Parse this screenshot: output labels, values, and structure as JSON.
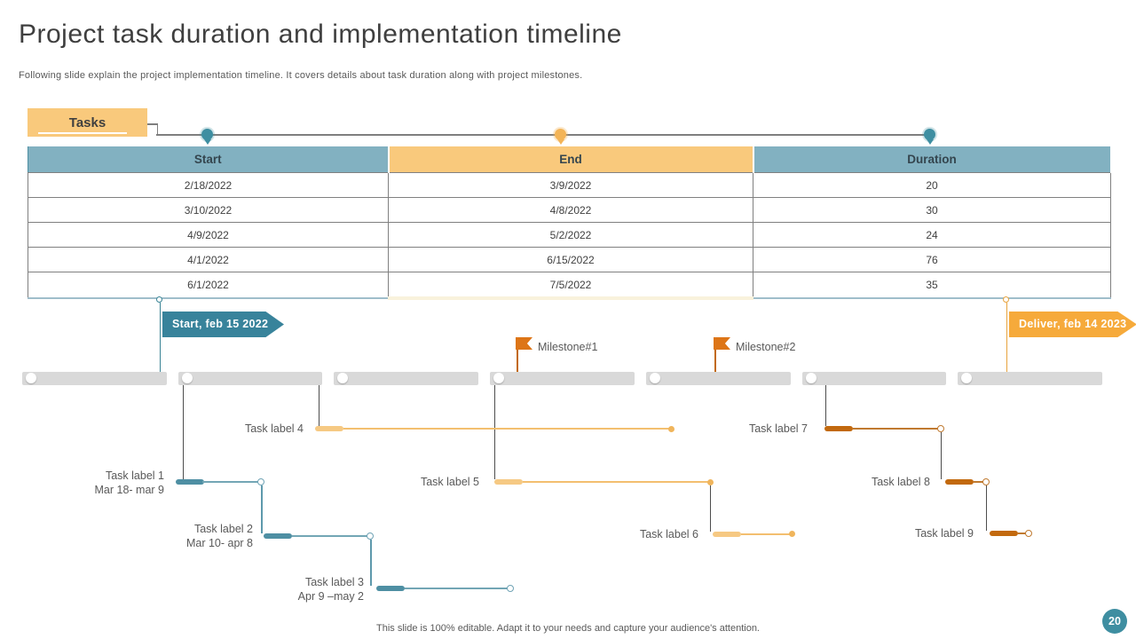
{
  "slide": {
    "title": "Project task duration and implementation timeline",
    "subtitle": "Following slide explain the project implementation timeline. It covers details about task duration along with project milestones.",
    "footer_note": "This slide is 100% editable. Adapt it to your needs and capture your audience's attention.",
    "page_number": "20"
  },
  "tasks_panel": {
    "chip_label": "Tasks",
    "columns": [
      "Start",
      "End",
      "Duration"
    ],
    "rows": [
      {
        "start": "2/18/2022",
        "end": "3/9/2022",
        "duration": "20"
      },
      {
        "start": "3/10/2022",
        "end": "4/8/2022",
        "duration": "30"
      },
      {
        "start": "4/9/2022",
        "end": "5/2/2022",
        "duration": "24"
      },
      {
        "start": "4/1/2022",
        "end": "6/15/2022",
        "duration": "76"
      },
      {
        "start": "6/1/2022",
        "end": "7/5/2022",
        "duration": "35"
      }
    ]
  },
  "timeline": {
    "start_flag": "Start, feb 15 2022",
    "deliver_flag": "Deliver, feb 14 2023",
    "milestone1": "Milestone#1",
    "milestone2": "Milestone#2",
    "tasks": [
      {
        "label": "Task label 1",
        "dates": "Mar 18- mar 9"
      },
      {
        "label": "Task label 2",
        "dates": "Mar 10- apr 8"
      },
      {
        "label": "Task label 3",
        "dates": "Apr 9 –may 2"
      },
      {
        "label": "Task label 4",
        "dates": ""
      },
      {
        "label": "Task label 5",
        "dates": ""
      },
      {
        "label": "Task label 6",
        "dates": ""
      },
      {
        "label": "Task label 7",
        "dates": ""
      },
      {
        "label": "Task label 8",
        "dates": ""
      },
      {
        "label": "Task label 9",
        "dates": ""
      }
    ]
  },
  "colors": {
    "teal": "#3E8EA1",
    "light_orange": "#F9C97C",
    "dark_orange": "#C2690E",
    "track_gray": "#D9D9D9"
  },
  "chart_data": {
    "type": "table",
    "columns": [
      "Start",
      "End",
      "Duration"
    ],
    "rows": [
      [
        "2/18/2022",
        "3/9/2022",
        20
      ],
      [
        "3/10/2022",
        "4/8/2022",
        30
      ],
      [
        "4/9/2022",
        "5/2/2022",
        24
      ],
      [
        "4/1/2022",
        "6/15/2022",
        76
      ],
      [
        "6/1/2022",
        "7/5/2022",
        35
      ]
    ],
    "gantt_notes": {
      "start": "Start, feb 15 2022",
      "end": "Deliver, feb 14 2023",
      "milestones": [
        "Milestone#1",
        "Milestone#2"
      ],
      "task_count": 9
    }
  }
}
